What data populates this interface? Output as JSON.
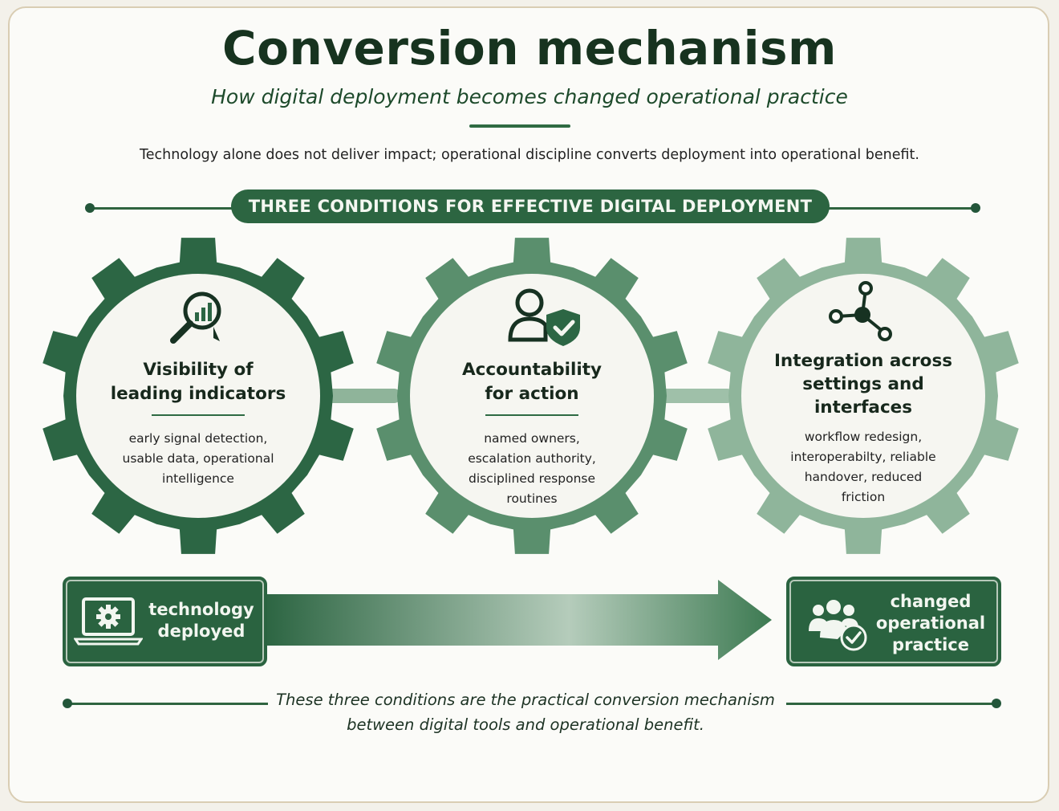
{
  "header": {
    "title": "Conversion mechanism",
    "subtitle": "How digital deployment becomes changed operational practice",
    "intro": "Technology alone does not deliver impact; operational discipline converts deployment into operational benefit."
  },
  "banner": {
    "label": "THREE CONDITIONS FOR EFFECTIVE DIGITAL DEPLOYMENT"
  },
  "conditions": [
    {
      "icon": "magnifier-chart-icon",
      "title_lines": [
        "Visibility of",
        "leading indicators"
      ],
      "desc_lines": [
        "early signal detection,",
        "usable data, operational",
        "intelligence"
      ],
      "color": "#2c6644"
    },
    {
      "icon": "person-shield-icon",
      "title_lines": [
        "Accountability",
        "for action"
      ],
      "desc_lines": [
        "named owners,",
        "escalation authority,",
        "disciplined response",
        "routines"
      ],
      "color": "#5a8f6d"
    },
    {
      "icon": "network-nodes-icon",
      "title_lines": [
        "Integration across",
        "settings and",
        "interfaces"
      ],
      "desc_lines": [
        "workflow redesign,",
        "interoperabilty, reliable",
        "handover, reduced",
        "friction"
      ],
      "color": "#8fb59b"
    }
  ],
  "flow": {
    "start_lines": [
      "technology",
      "deployed"
    ],
    "start_icon": "laptop-gear-icon",
    "end_lines": [
      "changed",
      "operational",
      "practice"
    ],
    "end_icon": "team-check-icon"
  },
  "footer": {
    "lines": [
      "These three conditions are the practical conversion mechanism",
      "between digital tools and operational benefit."
    ]
  },
  "colors": {
    "dark_green": "#2a6340",
    "mid_green": "#5a8f6d",
    "light_green": "#8fb59b",
    "background": "#fbfbf8"
  }
}
